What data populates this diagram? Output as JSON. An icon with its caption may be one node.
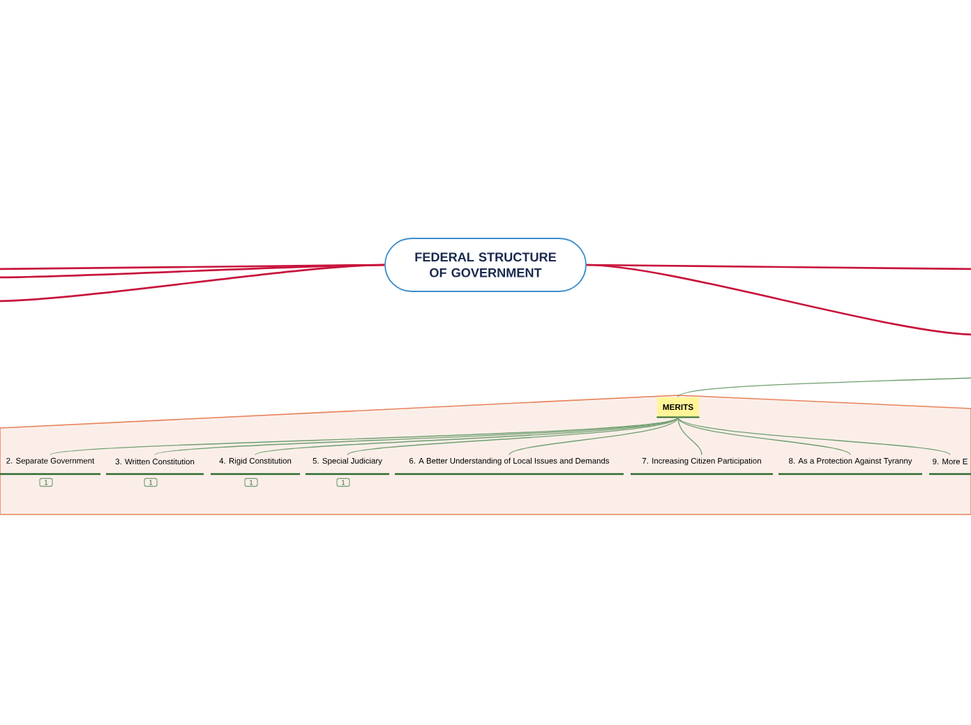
{
  "diagram": {
    "nodes": [
      {
        "text": [
          "FEDERAL STRUCTURE OF GOVERNMENT"
        ]
      },
      {
        "text": [
          "MERITS"
        ]
      },
      {
        "text": [
          "2. Separate Government"
        ],
        "beside": [
          "1"
        ]
      },
      {
        "text": [
          "3. Written Constitution"
        ],
        "beside": [
          "1"
        ]
      },
      {
        "text": [
          "4. Rigid Constitution"
        ],
        "beside": [
          "1"
        ]
      },
      {
        "text": [
          "5. Special Judiciary"
        ],
        "beside": [
          "1"
        ]
      },
      {
        "text": [
          "6. A Better Understanding of Local Issues and Demands"
        ]
      },
      {
        "text": [
          "7. Increasing Citizen Participation"
        ]
      },
      {
        "text": [
          "8. As a Protection Against Tyranny"
        ]
      },
      {
        "text": [
          "9. More E"
        ]
      }
    ],
    "edges": [
      {
        "from": 0,
        "to": null,
        "arrow": "none",
        "color": "#c8143c"
      },
      {
        "from": 0,
        "to": null,
        "arrow": "none",
        "color": "#c8143c"
      },
      {
        "from": 0,
        "to": null,
        "arrow": "none",
        "color": "#c8143c"
      },
      {
        "from": 0,
        "to": null,
        "arrow": "none",
        "color": "#c8143c"
      },
      {
        "from": 0,
        "to": null,
        "arrow": "none",
        "color": "#c8143c"
      },
      {
        "from": 1,
        "to": null,
        "arrow": "none"
      },
      {
        "from": 1,
        "to": 2,
        "arrow": "none"
      },
      {
        "from": 1,
        "to": 3,
        "arrow": "none"
      },
      {
        "from": 1,
        "to": 4,
        "arrow": "none"
      },
      {
        "from": 1,
        "to": 5,
        "arrow": "none"
      },
      {
        "from": 1,
        "to": 6,
        "arrow": "none"
      },
      {
        "from": 1,
        "to": 7,
        "arrow": "none"
      },
      {
        "from": 1,
        "to": 8,
        "arrow": "none"
      },
      {
        "from": 1,
        "to": 9,
        "arrow": "none"
      }
    ]
  }
}
